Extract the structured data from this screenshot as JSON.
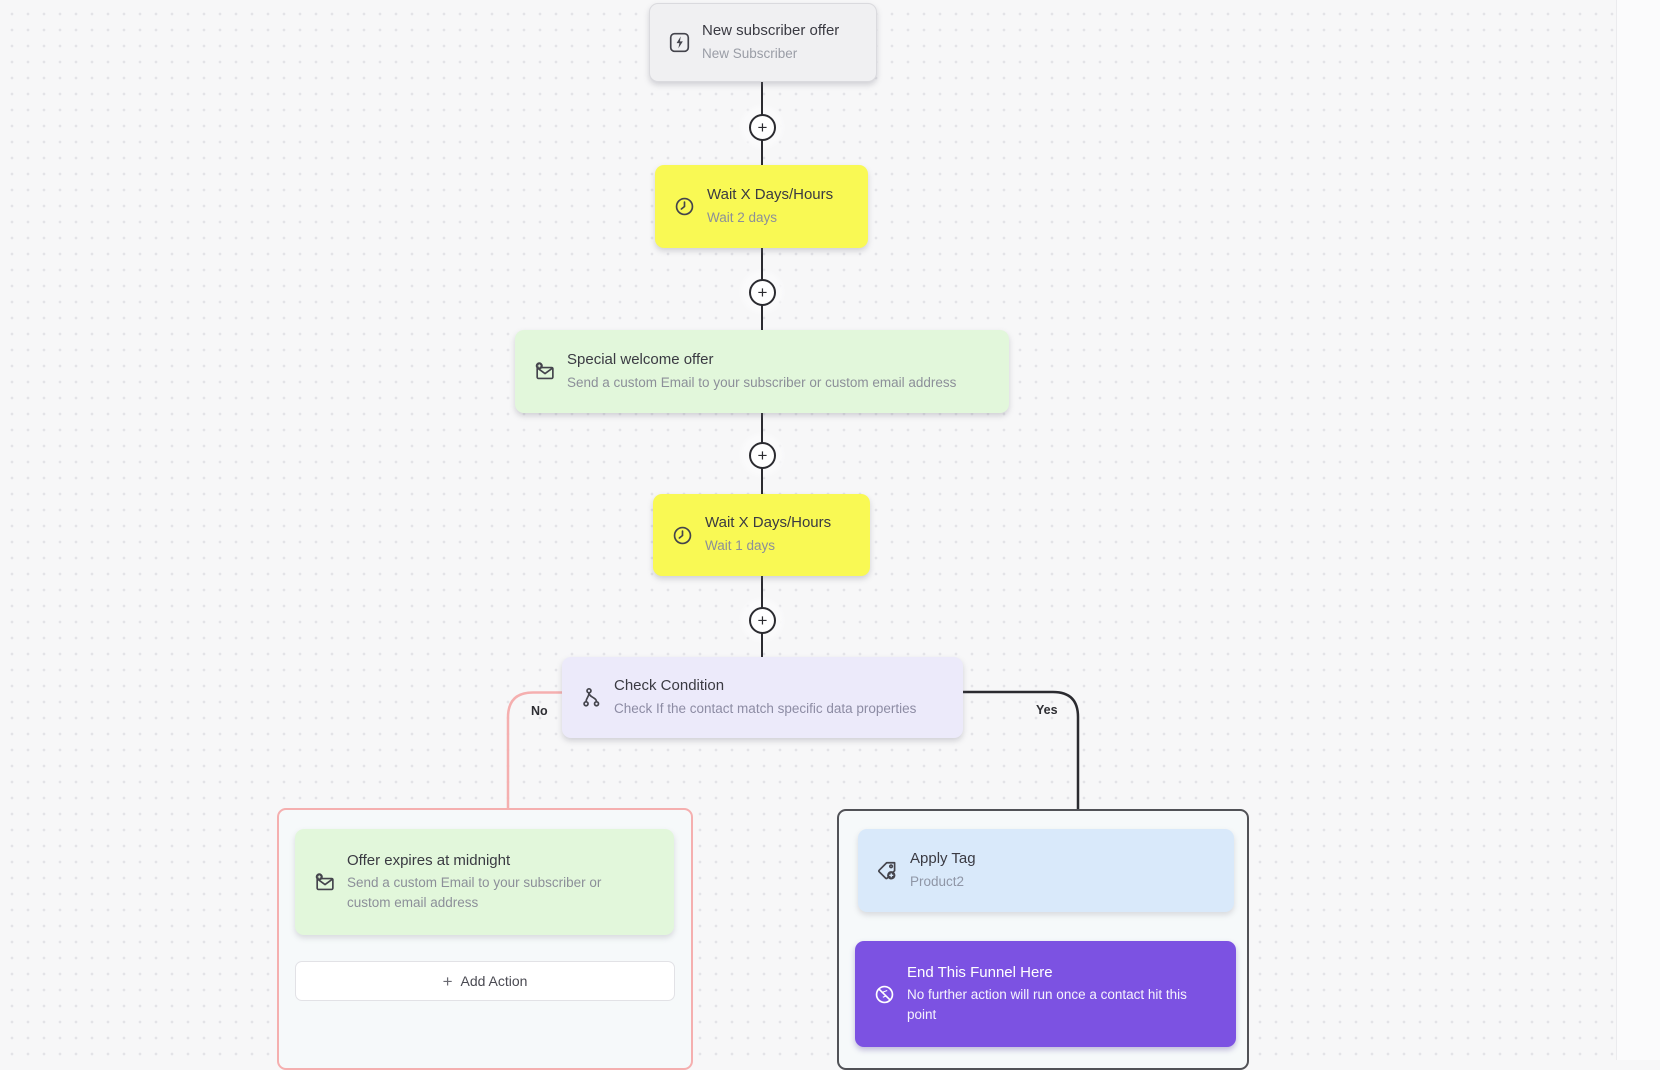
{
  "ui": {
    "plus_glyph": "+",
    "colors": {
      "canvas_bg": "#F7F7F8",
      "dot": "#E3E3E7",
      "spine_line": "#2B2B30",
      "no_branch": "#F5AFAF",
      "yes_branch": "#515257",
      "yellow_node": "#F9F954",
      "green_node": "#E2F7DB",
      "lavender_node": "#ECEAFA",
      "blue_node": "#D9E9FA",
      "purple_node": "#7C52E2"
    }
  },
  "flow": {
    "trigger": {
      "title": "New subscriber offer",
      "subtitle": "New Subscriber",
      "icon": "lightning-icon"
    },
    "steps": [
      {
        "title": "Wait X Days/Hours",
        "subtitle": "Wait 2 days",
        "icon": "clock-icon"
      },
      {
        "title": "Special welcome offer",
        "subtitle": "Send a custom Email to your subscriber or custom email address",
        "icon": "email-icon"
      },
      {
        "title": "Wait X Days/Hours",
        "subtitle": "Wait 1 days",
        "icon": "clock-icon"
      },
      {
        "title": "Check Condition",
        "subtitle": "Check If the contact match specific data properties",
        "icon": "branch-icon"
      }
    ],
    "branches": {
      "no": {
        "label": "No",
        "steps": [
          {
            "title": "Offer expires at midnight",
            "subtitle": "Send a custom Email to your subscriber or custom email address",
            "icon": "email-icon"
          }
        ],
        "add_action_label": "Add Action"
      },
      "yes": {
        "label": "Yes",
        "steps": [
          {
            "title": "Apply Tag",
            "subtitle": "Product2",
            "icon": "tag-icon"
          },
          {
            "title": "End This Funnel Here",
            "subtitle": "No further action will run once a contact hit this point",
            "icon": "ban-icon"
          }
        ]
      }
    }
  }
}
